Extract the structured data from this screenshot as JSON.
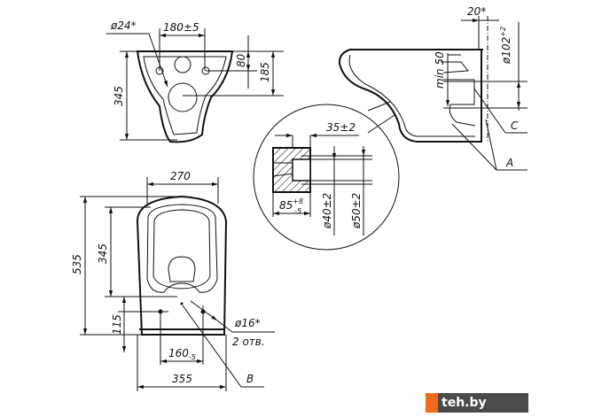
{
  "front_view": {
    "d_hole": "ø24*",
    "width_holes": "180±5",
    "h80": "80",
    "h185": "185",
    "h345": "345"
  },
  "side_view": {
    "angle": "20*",
    "d102": "ø102",
    "d102_tol": "+2",
    "min50": "min 50",
    "label_c": "C",
    "label_a": "A"
  },
  "detail": {
    "d35": "35±2",
    "d85": "85",
    "d85_up": "+8",
    "d85_down": "-5",
    "d40": "ø40±2",
    "d50": "ø50±2"
  },
  "top_view": {
    "w270": "270",
    "l535": "535",
    "l345": "345",
    "h115": "115",
    "d160": "160",
    "d160_tol": "-5",
    "w355": "355",
    "hole": "ø16*",
    "holes_count": "2 отв.",
    "label_b": "B"
  },
  "watermark": {
    "text": "teh.by",
    "accent": "#f26a1b"
  }
}
